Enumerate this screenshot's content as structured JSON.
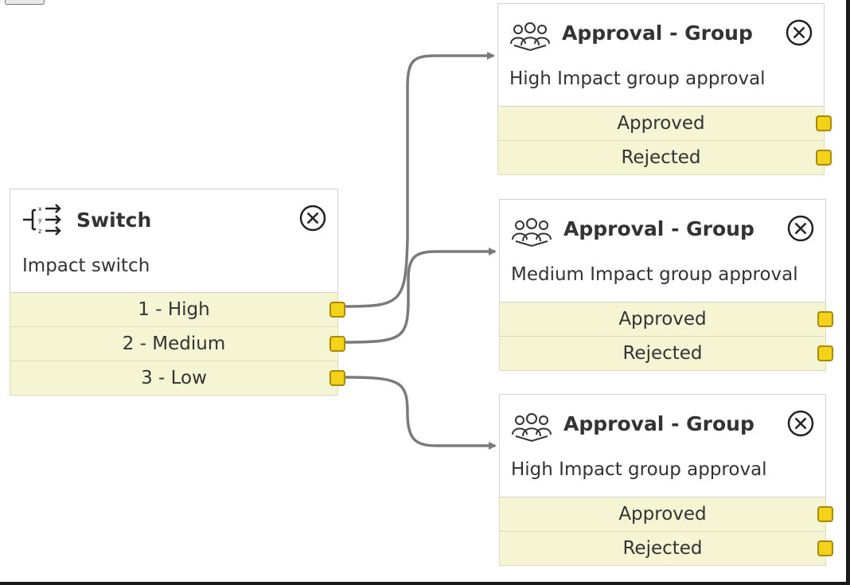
{
  "switch_node": {
    "title": "Switch",
    "description": "Impact switch",
    "icon": "switch-branch-icon",
    "close_icon": "close-circle-icon",
    "outputs": [
      "1 - High",
      "2 - Medium",
      "3 - Low"
    ]
  },
  "approvals": [
    {
      "title": "Approval - Group",
      "description": "High Impact group approval",
      "icon": "group-users-icon",
      "outputs": [
        "Approved",
        "Rejected"
      ]
    },
    {
      "title": "Approval - Group",
      "description": "Medium Impact group approval",
      "icon": "group-users-icon",
      "outputs": [
        "Approved",
        "Rejected"
      ]
    },
    {
      "title": "Approval - Group",
      "description": "High Impact group approval",
      "icon": "group-users-icon",
      "outputs": [
        "Approved",
        "Rejected"
      ]
    }
  ],
  "colors": {
    "port_fill": "#f5d21a",
    "row_fill": "#f5f5d4",
    "connector": "#7a7a7a"
  }
}
